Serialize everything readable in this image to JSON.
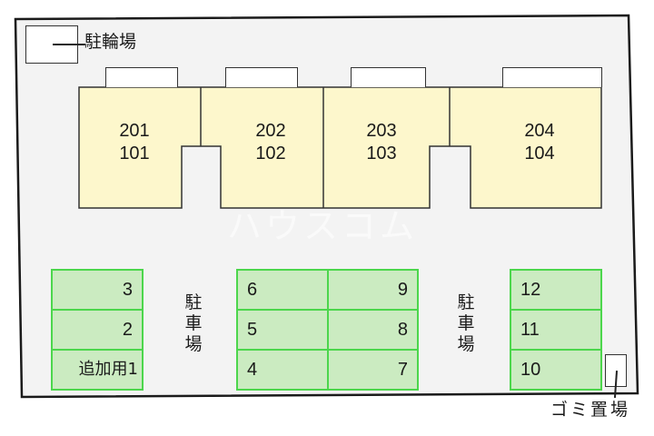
{
  "site_plan": {
    "colors": {
      "lot_fill": "#f3f3f3",
      "lot_border": "#1a1a1a",
      "building_fill": "#fdf7cc",
      "parking_fill": "#cbebc1",
      "parking_border": "#4cd64c"
    },
    "bicycle_parking": {
      "label": "駐輪場"
    },
    "building": {
      "units": [
        {
          "upper": "201",
          "lower": "101"
        },
        {
          "upper": "202",
          "lower": "102"
        },
        {
          "upper": "203",
          "lower": "103"
        },
        {
          "upper": "204",
          "lower": "104"
        }
      ]
    },
    "watermark": "ハウスコム",
    "parking_label": [
      "駐",
      "車",
      "場"
    ],
    "parking": {
      "left_block": [
        "3",
        "2",
        "追加用1"
      ],
      "middle_block_left": [
        "6",
        "5",
        "4"
      ],
      "middle_block_right": [
        "9",
        "8",
        "7"
      ],
      "right_block": [
        "12",
        "11",
        "10"
      ]
    },
    "garbage": {
      "label": "ゴミ置場"
    }
  }
}
